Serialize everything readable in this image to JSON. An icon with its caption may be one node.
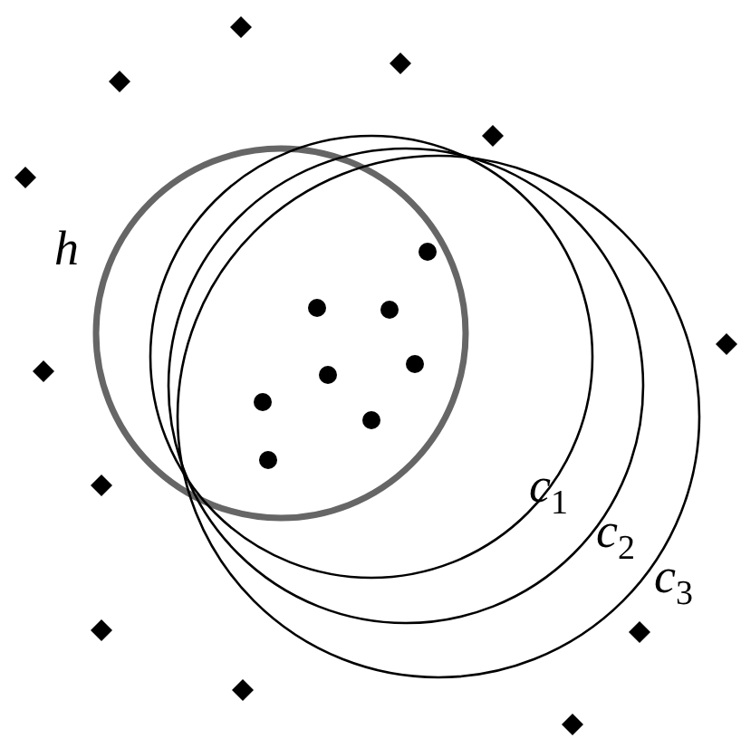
{
  "diagram": {
    "labels": [
      "h",
      "c$_{1}$",
      "c$_{2}$",
      "c$_{3}$"
    ]
  }
}
